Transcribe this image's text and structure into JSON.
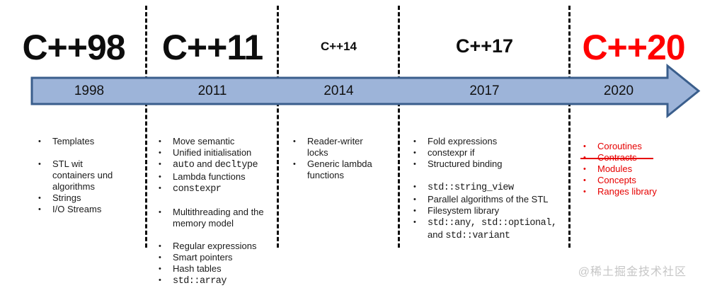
{
  "colors": {
    "arrow_fill": "#9db4d9",
    "arrow_stroke": "#3a5e8c",
    "accent_red": "#e60000",
    "accent_red_title": "#ff0000"
  },
  "watermark": "@稀土掘金技术社区",
  "columns": [
    {
      "title": "C++98",
      "year": "1998",
      "items": [
        {
          "segments": [
            {
              "text": "Templates"
            }
          ]
        },
        {
          "gap": true,
          "segments": [
            {
              "text": "STL wit containers und algorithms"
            }
          ]
        },
        {
          "segments": [
            {
              "text": "Strings"
            }
          ]
        },
        {
          "segments": [
            {
              "text": "I/O Streams"
            }
          ]
        }
      ]
    },
    {
      "title": "C++11",
      "year": "2011",
      "items": [
        {
          "segments": [
            {
              "text": "Move semantic"
            }
          ]
        },
        {
          "segments": [
            {
              "text": "Unified initialisation"
            }
          ]
        },
        {
          "segments": [
            {
              "text": "auto",
              "code": true
            },
            {
              "text": " and "
            },
            {
              "text": "decltype",
              "code": true
            }
          ]
        },
        {
          "segments": [
            {
              "text": "Lambda functions"
            }
          ]
        },
        {
          "segments": [
            {
              "text": "constexpr",
              "code": true
            }
          ]
        },
        {
          "gap": true,
          "segments": [
            {
              "text": "Multithreading and the memory model"
            }
          ]
        },
        {
          "gap": true,
          "segments": [
            {
              "text": "Regular expressions"
            }
          ]
        },
        {
          "segments": [
            {
              "text": "Smart pointers"
            }
          ]
        },
        {
          "segments": [
            {
              "text": "Hash tables"
            }
          ]
        },
        {
          "segments": [
            {
              "text": "std::array",
              "code": true
            }
          ]
        }
      ]
    },
    {
      "title": "C++14",
      "year": "2014",
      "items": [
        {
          "segments": [
            {
              "text": "Reader-writer locks"
            }
          ]
        },
        {
          "segments": [
            {
              "text": "Generic lambda functions"
            }
          ]
        }
      ]
    },
    {
      "title": "C++17",
      "year": "2017",
      "items": [
        {
          "segments": [
            {
              "text": "Fold expressions"
            }
          ]
        },
        {
          "segments": [
            {
              "text": "constexpr if"
            }
          ]
        },
        {
          "segments": [
            {
              "text": "Structured binding"
            }
          ]
        },
        {
          "gap": true,
          "segments": [
            {
              "text": "std::string_view",
              "code": true
            }
          ]
        },
        {
          "segments": [
            {
              "text": "Parallel algorithms of the STL"
            }
          ]
        },
        {
          "segments": [
            {
              "text": "Filesystem library"
            }
          ]
        },
        {
          "segments": [
            {
              "text": "std::any, std::optional,",
              "code": true
            },
            {
              "text": " and "
            },
            {
              "text": "std::variant",
              "code": true
            }
          ]
        }
      ]
    },
    {
      "title": "C++20",
      "year": "2020",
      "items": [
        {
          "segments": [
            {
              "text": "Coroutines"
            }
          ]
        },
        {
          "strike": true,
          "segments": [
            {
              "text": "Contracts"
            }
          ]
        },
        {
          "segments": [
            {
              "text": "Modules"
            }
          ]
        },
        {
          "segments": [
            {
              "text": "Concepts"
            }
          ]
        },
        {
          "segments": [
            {
              "text": "Ranges library"
            }
          ]
        }
      ]
    }
  ]
}
